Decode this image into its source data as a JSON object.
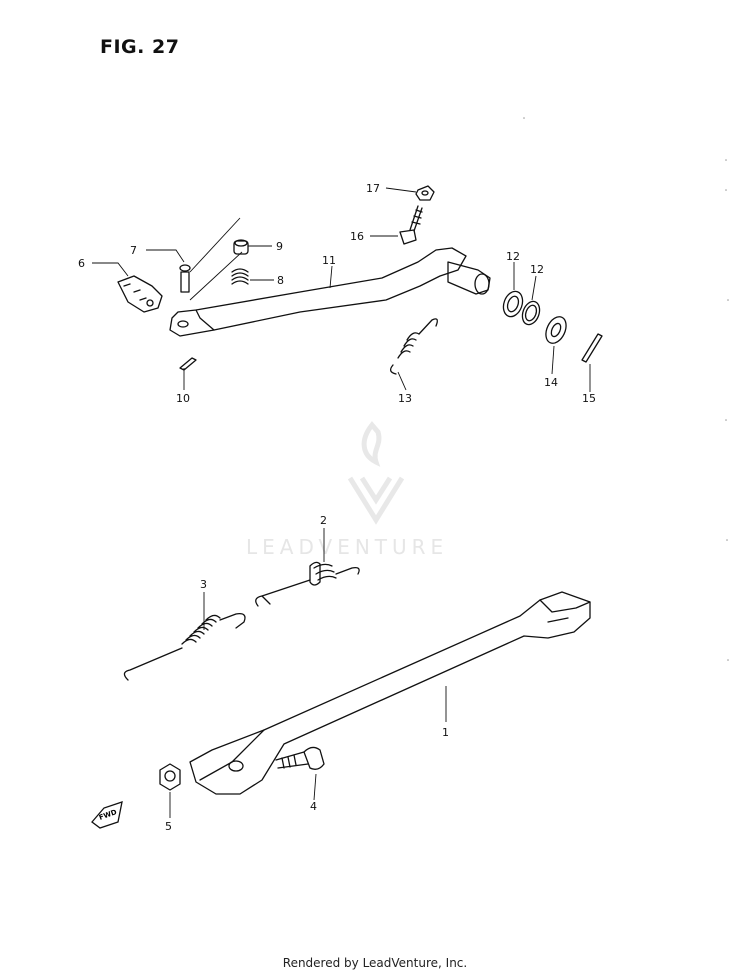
{
  "figure": {
    "title": "FIG. 27"
  },
  "watermark": {
    "text": "LEADVENTURE"
  },
  "fwd_label": "FWD",
  "footer": {
    "text": "Rendered by LeadVenture, Inc."
  },
  "callouts": {
    "c1": "1",
    "c2": "2",
    "c3": "3",
    "c4": "4",
    "c5": "5",
    "c6": "6",
    "c7": "7",
    "c8": "8",
    "c9": "9",
    "c10": "10",
    "c11": "11",
    "c12a": "12",
    "c12b": "12",
    "c13": "13",
    "c14": "14",
    "c15": "15",
    "c16": "16",
    "c17": "17"
  }
}
